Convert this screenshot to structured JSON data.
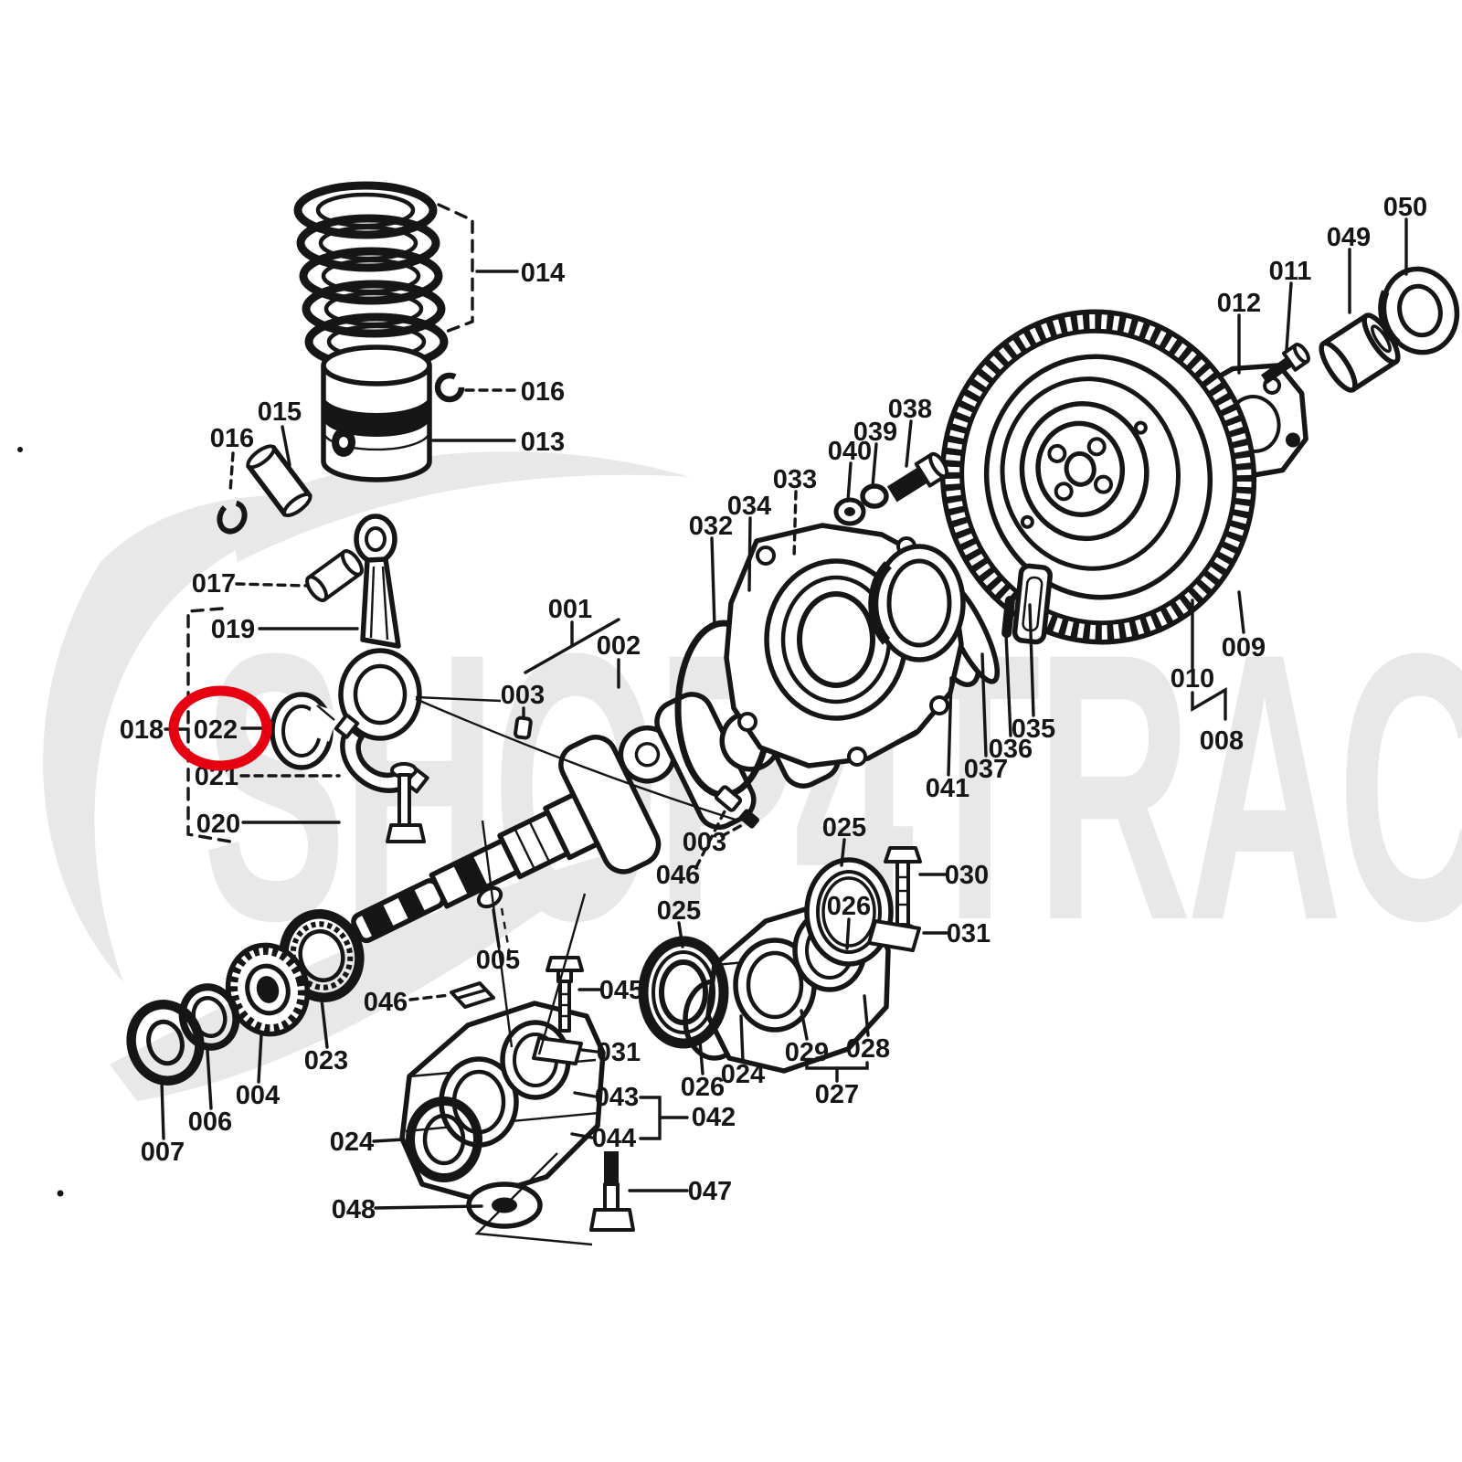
{
  "diagram": {
    "kind": "exploded-parts-diagram",
    "subject": "engine crankshaft, piston and flywheel assembly",
    "watermark_text": "SHOP4TRAC",
    "highlight": {
      "part": "022",
      "color": "#e60012"
    }
  },
  "labels": {
    "c001": "001",
    "c002": "002",
    "c003a": "003",
    "c003b": "003",
    "c004": "004",
    "c005": "005",
    "c006": "006",
    "c007": "007",
    "c008": "008",
    "c009": "009",
    "c010": "010",
    "c011": "011",
    "c012": "012",
    "c013": "013",
    "c014": "014",
    "c015": "015",
    "c016a": "016",
    "c016b": "016",
    "c017": "017",
    "c018": "018",
    "c019": "019",
    "c020": "020",
    "c021": "021",
    "c022": "022",
    "c023": "023",
    "c024a": "024",
    "c024b": "024",
    "c025a": "025",
    "c025b": "025",
    "c026a": "026",
    "c026b": "026",
    "c027": "027",
    "c028": "028",
    "c029": "029",
    "c030": "030",
    "c031a": "031",
    "c031b": "031",
    "c032": "032",
    "c033": "033",
    "c034": "034",
    "c035": "035",
    "c036": "036",
    "c037": "037",
    "c038": "038",
    "c039": "039",
    "c040": "040",
    "c041": "041",
    "c042": "042",
    "c043": "043",
    "c044": "044",
    "c045": "045",
    "c046a": "046",
    "c046b": "046",
    "c047": "047",
    "c048": "048",
    "c049": "049",
    "c050": "050"
  }
}
